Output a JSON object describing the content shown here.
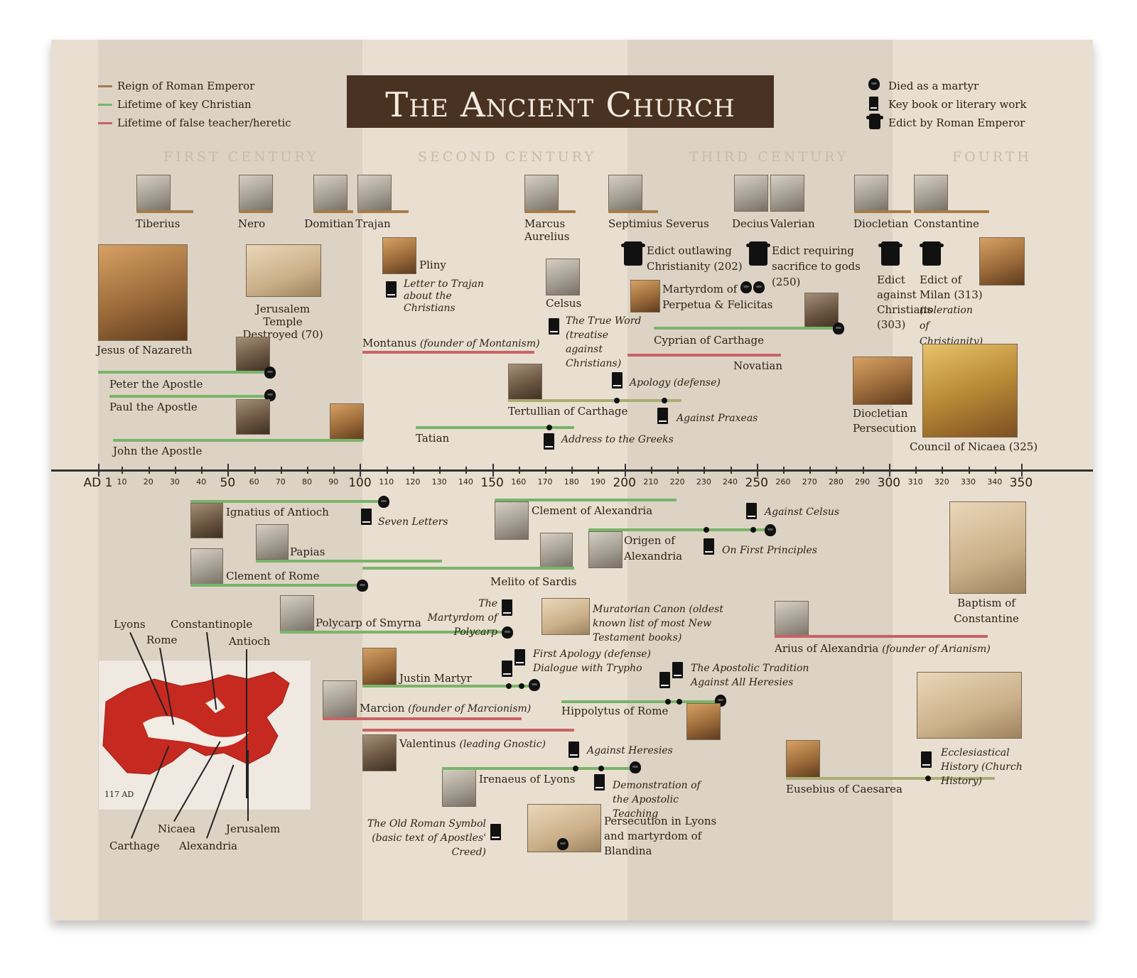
{
  "title": "The Ancient Church",
  "legend_left": [
    {
      "label": "Reign of Roman Emperor",
      "color": "#a57c4a"
    },
    {
      "label": "Lifetime of key Christian",
      "color": "#79b46a"
    },
    {
      "label": "Lifetime of false teacher/heretic",
      "color": "#c86363"
    }
  ],
  "legend_right": [
    {
      "label": "Died as a martyr",
      "icon": "skull-icon"
    },
    {
      "label": "Key book or literary work",
      "icon": "book-icon"
    },
    {
      "label": "Edict by Roman Emperor",
      "icon": "scroll-icon"
    }
  ],
  "centuries": [
    "FIRST CENTURY",
    "SECOND CENTURY",
    "THIRD CENTURY",
    "FOURTH"
  ],
  "axis": {
    "major": [
      "AD 1",
      "50",
      "100",
      "150",
      "200",
      "250",
      "300",
      "350"
    ],
    "minor": [
      "10",
      "20",
      "30",
      "40",
      "60",
      "70",
      "80",
      "90",
      "110",
      "120",
      "130",
      "140",
      "160",
      "170",
      "180",
      "190",
      "210",
      "220",
      "230",
      "240",
      "260",
      "270",
      "280",
      "290",
      "310",
      "320",
      "330",
      "340"
    ]
  },
  "emperors": {
    "tiberius": "Tiberius",
    "nero": "Nero",
    "domitian": "Domitian",
    "trajan": "Trajan",
    "marcus": "Marcus Aurelius",
    "severus": "Septimius Severus",
    "decius": "Decius",
    "valerian": "Valerian",
    "diocletian": "Diocletian",
    "constantine": "Constantine"
  },
  "upper": {
    "jesus": "Jesus of Nazareth",
    "temple": "Jerusalem Temple Destroyed (70)",
    "peter": "Peter the Apostle",
    "paul": "Paul the Apostle",
    "john": "John the Apostle",
    "pliny": "Pliny",
    "pliny_letter": "Letter to Trajan about the Christians",
    "montanus": "Montanus",
    "montanus_note": "(founder of Montanism)",
    "celsus": "Celsus",
    "true_word": "The True Word (treatise against Christians)",
    "tertullian": "Tertullian of Carthage",
    "apology": "Apology (defense)",
    "against_praxeas": "Against Praxeas",
    "tatian": "Tatian",
    "address_greeks": "Address to the Greeks",
    "edict_outlaw": "Edict outlawing Christianity (202)",
    "edict_sacrifice": "Edict requiring sacrifice to gods (250)",
    "perpetua": "Martyrdom of Perpetua & Felicitas",
    "cyprian": "Cyprian of Carthage",
    "novatian": "Novatian",
    "edict_against": "Edict against Christians (303)",
    "edict_milan": "Edict of Milan (313)",
    "edict_milan_note": "(toleration of Christianity)",
    "diocletian_persecution": "Diocletian Persecution",
    "nicaea": "Council of Nicaea (325)"
  },
  "lower": {
    "ignatius": "Ignatius of Antioch",
    "seven_letters": "Seven Letters",
    "papias": "Papias",
    "clement_rome": "Clement of Rome",
    "melito": "Melito of Sardis",
    "polycarp": "Polycarp of Smyrna",
    "martyrdom_polycarp": "The Martyrdom of Polycarp",
    "justin": "Justin Martyr",
    "first_apology": "First Apology (defense)",
    "dialogue": "Dialogue with Trypho",
    "marcion": "Marcion",
    "marcion_note": "(founder of Marcionism)",
    "valentinus": "Valentinus",
    "valentinus_note": "(leading Gnostic)",
    "against_heresies": "Against Heresies",
    "irenaeus": "Irenaeus of Lyons",
    "demonstration": "Demonstration of the Apostolic Teaching",
    "old_roman": "The Old Roman Symbol (basic text of Apostles' Creed)",
    "lyons_persecution": "Persecution in Lyons and martyrdom of Blandina",
    "clement_alex": "Clement of Alexandria",
    "origen": "Origen of Alexandria",
    "against_celsus": "Against Celsus",
    "first_principles": "On First Principles",
    "muratorian": "Muratorian Canon (oldest known list of most New Testament books)",
    "apostolic_tradition": "The Apostolic Tradition",
    "against_all": "Against All Heresies",
    "hippolytus": "Hippolytus of Rome",
    "arius": "Arius of Alexandria",
    "arius_note": "(founder of Arianism)",
    "baptism": "Baptism of Constantine",
    "eusebius": "Eusebius of Caesarea",
    "eccl_history": "Ecclesiastical History (Church History)"
  },
  "map": {
    "year": "117 AD",
    "lyons": "Lyons",
    "rome": "Rome",
    "constantinople": "Constantinople",
    "antioch": "Antioch",
    "carthage": "Carthage",
    "nicaea": "Nicaea",
    "alexandria": "Alexandria",
    "jerusalem": "Jerusalem"
  }
}
